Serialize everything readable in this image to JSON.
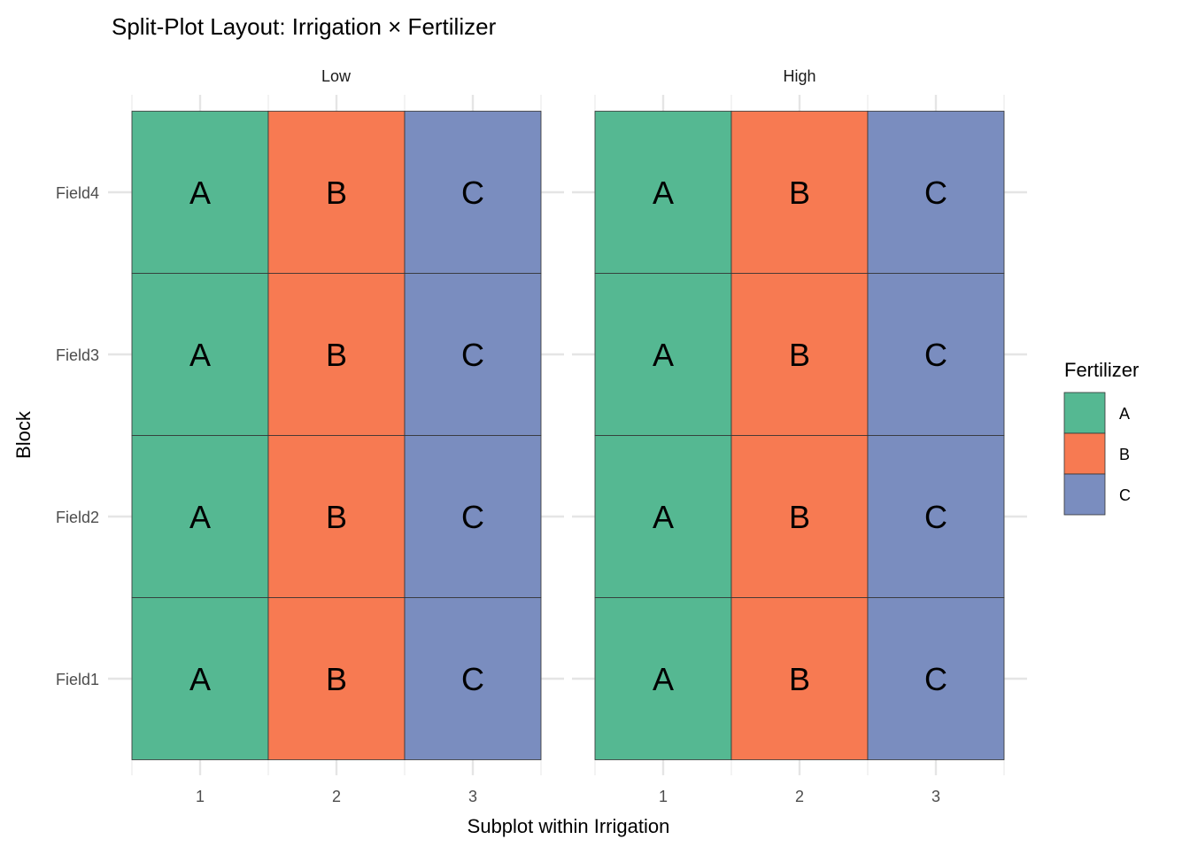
{
  "chart_data": {
    "type": "heatmap",
    "title": "Split-Plot Layout: Irrigation × Fertilizer",
    "xlabel": "Subplot within Irrigation",
    "ylabel": "Block",
    "facets": [
      "Low",
      "High"
    ],
    "x_ticks": [
      "1",
      "2",
      "3"
    ],
    "y_ticks": [
      "Field1",
      "Field2",
      "Field3",
      "Field4"
    ],
    "legend": {
      "title": "Fertilizer",
      "position": "right",
      "entries": [
        {
          "label": "A",
          "color": "#55B892"
        },
        {
          "label": "B",
          "color": "#F77A52"
        },
        {
          "label": "C",
          "color": "#7A8DBF"
        }
      ]
    },
    "cells": [
      {
        "facet": "Low",
        "block": "Field1",
        "subplot": 1,
        "fertilizer": "A"
      },
      {
        "facet": "Low",
        "block": "Field1",
        "subplot": 2,
        "fertilizer": "B"
      },
      {
        "facet": "Low",
        "block": "Field1",
        "subplot": 3,
        "fertilizer": "C"
      },
      {
        "facet": "Low",
        "block": "Field2",
        "subplot": 1,
        "fertilizer": "A"
      },
      {
        "facet": "Low",
        "block": "Field2",
        "subplot": 2,
        "fertilizer": "B"
      },
      {
        "facet": "Low",
        "block": "Field2",
        "subplot": 3,
        "fertilizer": "C"
      },
      {
        "facet": "Low",
        "block": "Field3",
        "subplot": 1,
        "fertilizer": "A"
      },
      {
        "facet": "Low",
        "block": "Field3",
        "subplot": 2,
        "fertilizer": "B"
      },
      {
        "facet": "Low",
        "block": "Field3",
        "subplot": 3,
        "fertilizer": "C"
      },
      {
        "facet": "Low",
        "block": "Field4",
        "subplot": 1,
        "fertilizer": "A"
      },
      {
        "facet": "Low",
        "block": "Field4",
        "subplot": 2,
        "fertilizer": "B"
      },
      {
        "facet": "Low",
        "block": "Field4",
        "subplot": 3,
        "fertilizer": "C"
      },
      {
        "facet": "High",
        "block": "Field1",
        "subplot": 1,
        "fertilizer": "A"
      },
      {
        "facet": "High",
        "block": "Field1",
        "subplot": 2,
        "fertilizer": "B"
      },
      {
        "facet": "High",
        "block": "Field1",
        "subplot": 3,
        "fertilizer": "C"
      },
      {
        "facet": "High",
        "block": "Field2",
        "subplot": 1,
        "fertilizer": "A"
      },
      {
        "facet": "High",
        "block": "Field2",
        "subplot": 2,
        "fertilizer": "B"
      },
      {
        "facet": "High",
        "block": "Field2",
        "subplot": 3,
        "fertilizer": "C"
      },
      {
        "facet": "High",
        "block": "Field3",
        "subplot": 1,
        "fertilizer": "A"
      },
      {
        "facet": "High",
        "block": "Field3",
        "subplot": 2,
        "fertilizer": "B"
      },
      {
        "facet": "High",
        "block": "Field3",
        "subplot": 3,
        "fertilizer": "C"
      },
      {
        "facet": "High",
        "block": "Field4",
        "subplot": 1,
        "fertilizer": "A"
      },
      {
        "facet": "High",
        "block": "Field4",
        "subplot": 2,
        "fertilizer": "B"
      },
      {
        "facet": "High",
        "block": "Field4",
        "subplot": 3,
        "fertilizer": "C"
      }
    ]
  }
}
